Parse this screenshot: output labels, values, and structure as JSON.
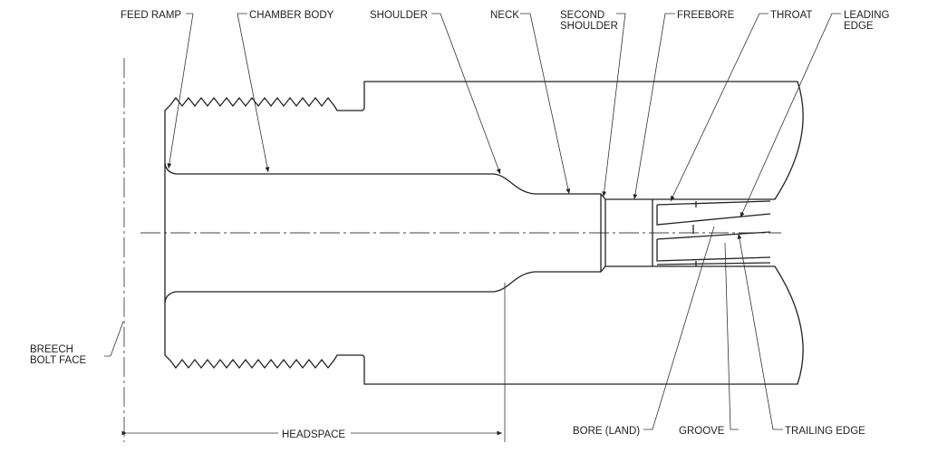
{
  "title": "Rifle chamber cross-section",
  "labels": {
    "feed_ramp": "FEED RAMP",
    "chamber_body": "CHAMBER BODY",
    "shoulder": "SHOULDER",
    "neck": "NECK",
    "second_shoulder_1": "SECOND",
    "second_shoulder_2": "SHOULDER",
    "freebore": "FREEBORE",
    "throat": "THROAT",
    "leading_edge_1": "LEADING",
    "leading_edge_2": "EDGE",
    "breech_1": "BREECH",
    "breech_2": "BOLT FACE",
    "bore_land": "BORE (LAND)",
    "groove": "GROOVE",
    "trailing_edge": "TRAILING EDGE",
    "headspace": "HEADSPACE"
  },
  "colors": {
    "line": "#222222",
    "hatch": "#444444"
  }
}
